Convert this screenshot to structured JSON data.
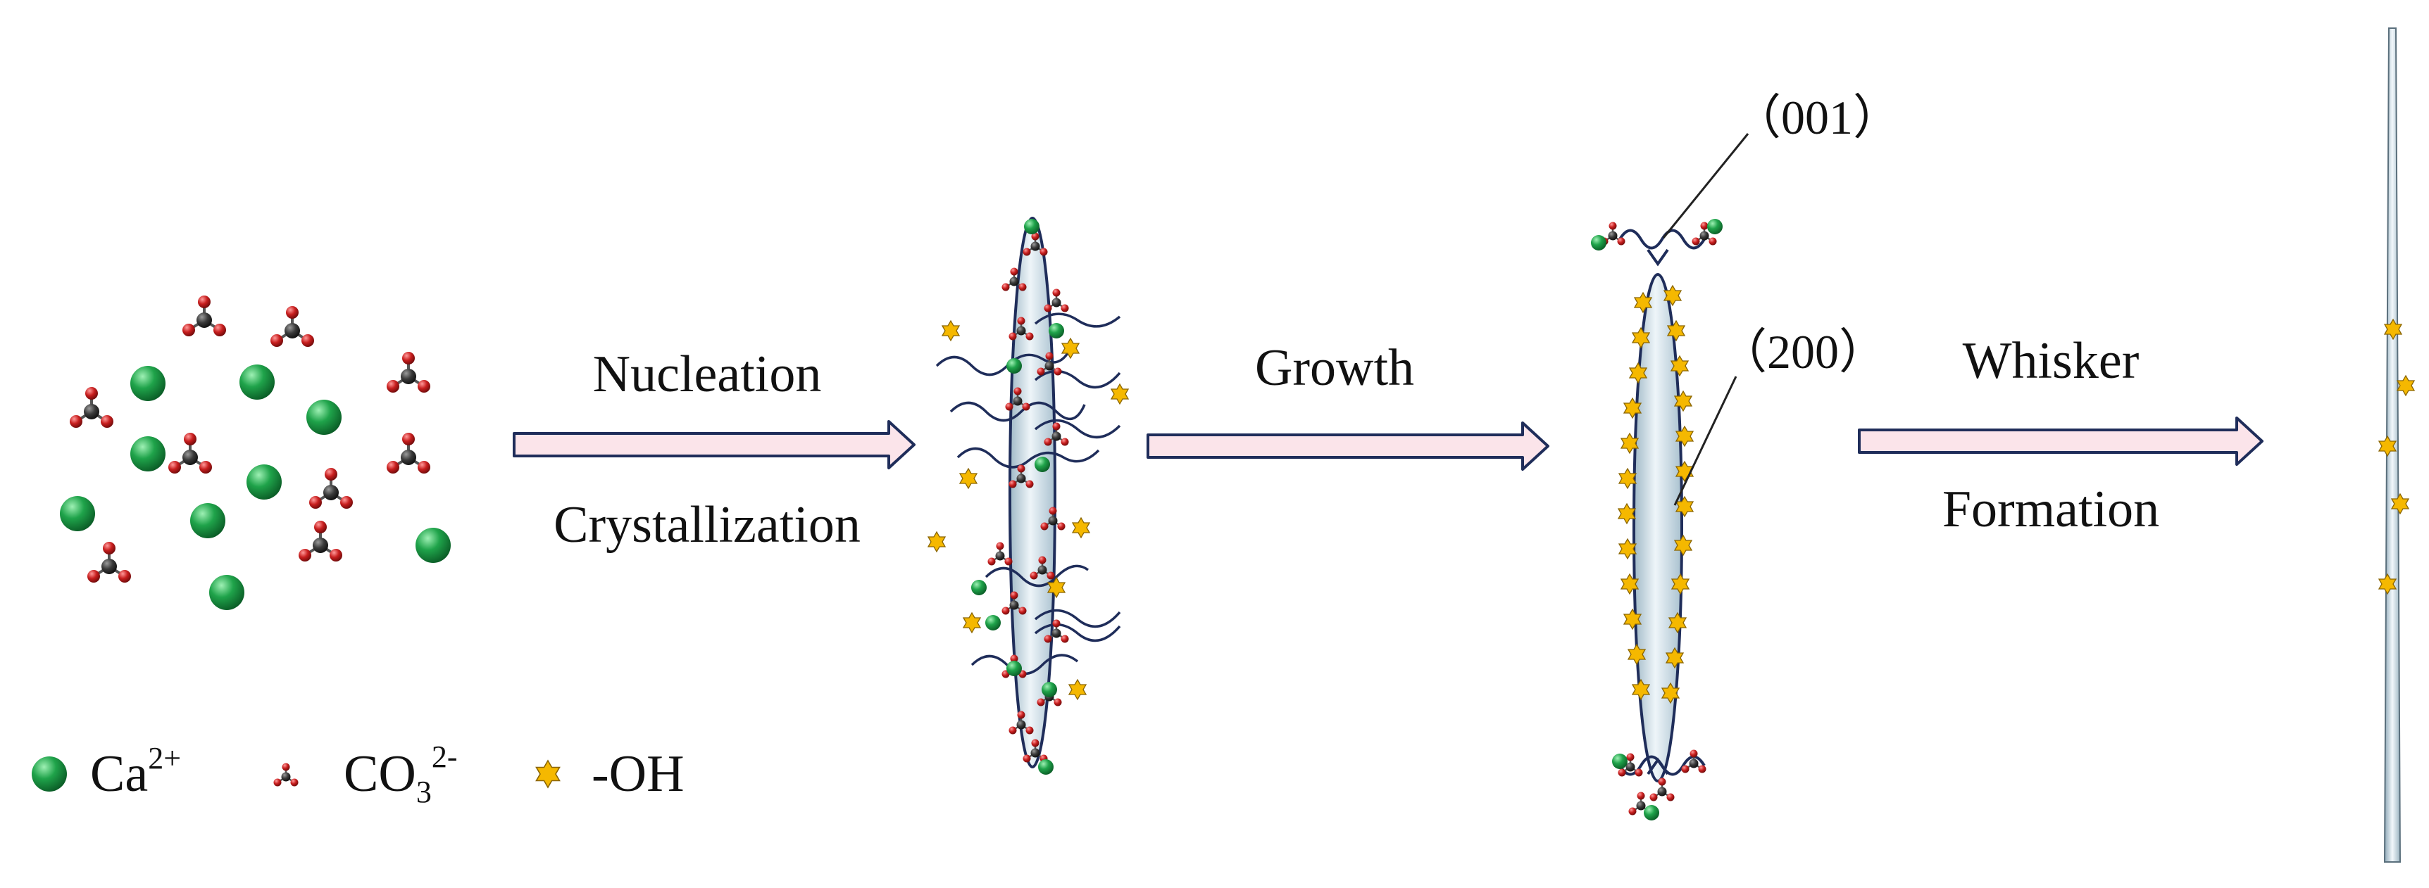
{
  "steps": {
    "nucleation": "Nucleation",
    "crystallization": "Crystallization",
    "growth": "Growth",
    "whisker": "Whisker",
    "formation": "Formation"
  },
  "faces": {
    "face_001": "（001）",
    "face_200": "（200）"
  },
  "legend": {
    "ca": {
      "base": "Ca",
      "sup": "2+"
    },
    "co3": {
      "base": "CO",
      "sub": "3",
      "sup": "2-"
    },
    "oh": "-OH"
  },
  "colors": {
    "calcium": "#1fa34a",
    "carbon": "#3a3a3a",
    "oxygen": "#c81e1e",
    "hydroxyl": "#f5b800",
    "arrow_fill": "#fbe4ea",
    "arrow_stroke": "#1f2d5a",
    "rod": "#d9e7ef",
    "strand": "#1f2d5a"
  }
}
